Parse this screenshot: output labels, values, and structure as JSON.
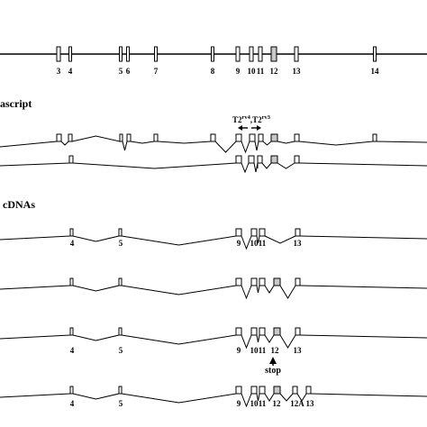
{
  "diagram": {
    "genomic": {
      "exons": [
        {
          "label": "3",
          "shaded": false
        },
        {
          "label": "4",
          "shaded": false
        },
        {
          "label": "5",
          "shaded": false
        },
        {
          "label": "6",
          "shaded": false
        },
        {
          "label": "7",
          "shaded": false
        },
        {
          "label": "8",
          "shaded": false
        },
        {
          "label": "9",
          "shaded": false
        },
        {
          "label": "10",
          "shaded": false
        },
        {
          "label": "11",
          "shaded": false
        },
        {
          "label": "12",
          "shaded": true
        },
        {
          "label": "13",
          "shaded": false
        },
        {
          "label": "14",
          "shaded": false
        }
      ]
    },
    "transcript_section": {
      "title": "ascript",
      "primer_label_a": "T2",
      "primer_sup_a": "rv4",
      "primer_sep": ",",
      "primer_label_b": "T2",
      "primer_sup_b": "rv3"
    },
    "cdna_section": {
      "title": "cDNAs",
      "stop_label": "stop",
      "rows": [
        {
          "labels": [
            "4",
            "5",
            "9",
            "10",
            "11",
            "13"
          ]
        },
        {
          "labels": []
        },
        {
          "labels": [
            "4",
            "5",
            "9",
            "10",
            "11",
            "12",
            "13"
          ]
        },
        {
          "labels": [
            "4",
            "5",
            "9",
            "10",
            "11",
            "12",
            "12A",
            "13"
          ]
        }
      ]
    },
    "colors": {
      "line": "#000000",
      "exon_fill": "#ffffff",
      "exon_shaded": "#c8c8c8"
    }
  }
}
